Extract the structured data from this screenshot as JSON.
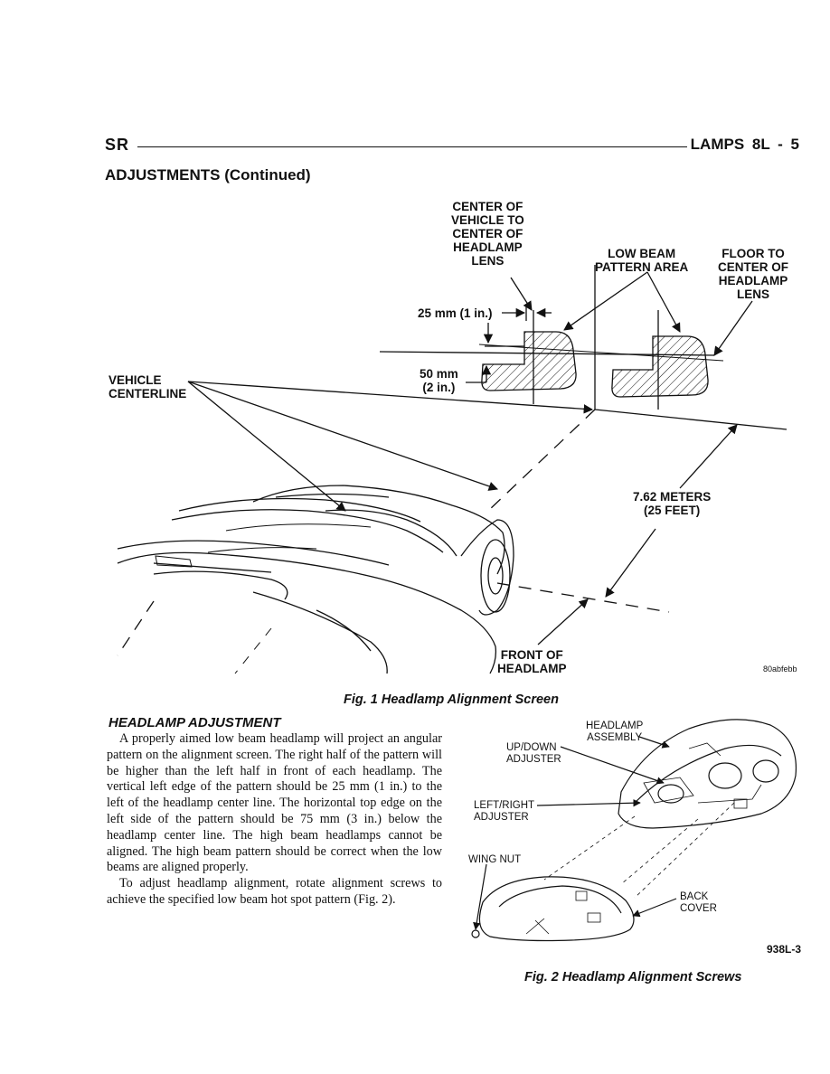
{
  "header": {
    "section_code": "SR",
    "right_label": "LAMPS    8L - 5"
  },
  "section_title": "ADJUSTMENTS (Continued)",
  "figure1": {
    "labels": {
      "center_of_vehicle": "CENTER OF\nVEHICLE TO\nCENTER OF\nHEADLAMP\nLENS",
      "low_beam_pattern": "LOW BEAM\nPATTERN AREA",
      "floor_to_center": "FLOOR TO\nCENTER OF\nHEADLAMP\nLENS",
      "offset_25mm": "25 mm (1 in.)",
      "offset_50mm": "50 mm\n(2 in.)",
      "vehicle_centerline": "VEHICLE\nCENTERLINE",
      "distance": "7.62 METERS\n(25 FEET)",
      "front_of_headlamp": "FRONT OF\nHEADLAMP",
      "image_code": "80abfebb"
    },
    "caption": "Fig. 1 Headlamp Alignment Screen"
  },
  "headlamp_adjustment": {
    "heading": "HEADLAMP ADJUSTMENT",
    "paragraphs": [
      "A properly aimed low beam headlamp will project an angular pattern on the alignment screen. The right half of the pattern will be higher than the left half in front of each headlamp. The vertical left edge of the pattern should be 25 mm (1 in.) to the left of the headlamp center line. The horizontal top edge on the left side of the pattern should be 75 mm (3 in.) below the headlamp center line. The high beam headlamps cannot be aligned. The high beam pattern should be correct when the low beams are aligned properly.",
      "To adjust headlamp alignment, rotate alignment screws to achieve the specified low beam hot spot pattern (Fig. 2)."
    ]
  },
  "figure2": {
    "labels": {
      "headlamp_assembly": "HEADLAMP\nASSEMBLY",
      "up_down_adjuster": "UP/DOWN\nADJUSTER",
      "left_right_adjuster": "LEFT/RIGHT\nADJUSTER",
      "wing_nut": "WING NUT",
      "back_cover": "BACK\nCOVER",
      "image_code": "938L-3"
    },
    "caption": "Fig. 2 Headlamp Alignment Screws"
  }
}
